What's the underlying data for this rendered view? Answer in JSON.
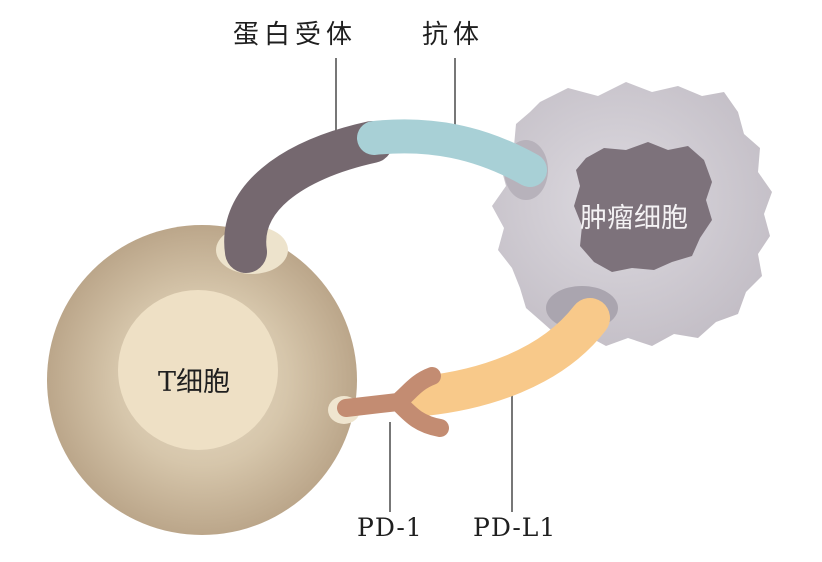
{
  "labels": {
    "protein_receptor": "蛋白受体",
    "antibody": "抗体",
    "tumor_cell": "肿瘤细胞",
    "t_cell": "T细胞",
    "pd1": "PD-1",
    "pdl1": "PD-L1"
  },
  "colors": {
    "t_cell_outer": "#c9b59a",
    "t_cell_inner": "#ede0c6",
    "tumor_cell": "#d4d0d6",
    "tumor_nucleus": "#7d727b",
    "receptor": "#75686f",
    "antibody": "#a8d0d6",
    "pd1": "#c38c72",
    "pdl1": "#f8c98a",
    "leader_line": "#777777"
  }
}
